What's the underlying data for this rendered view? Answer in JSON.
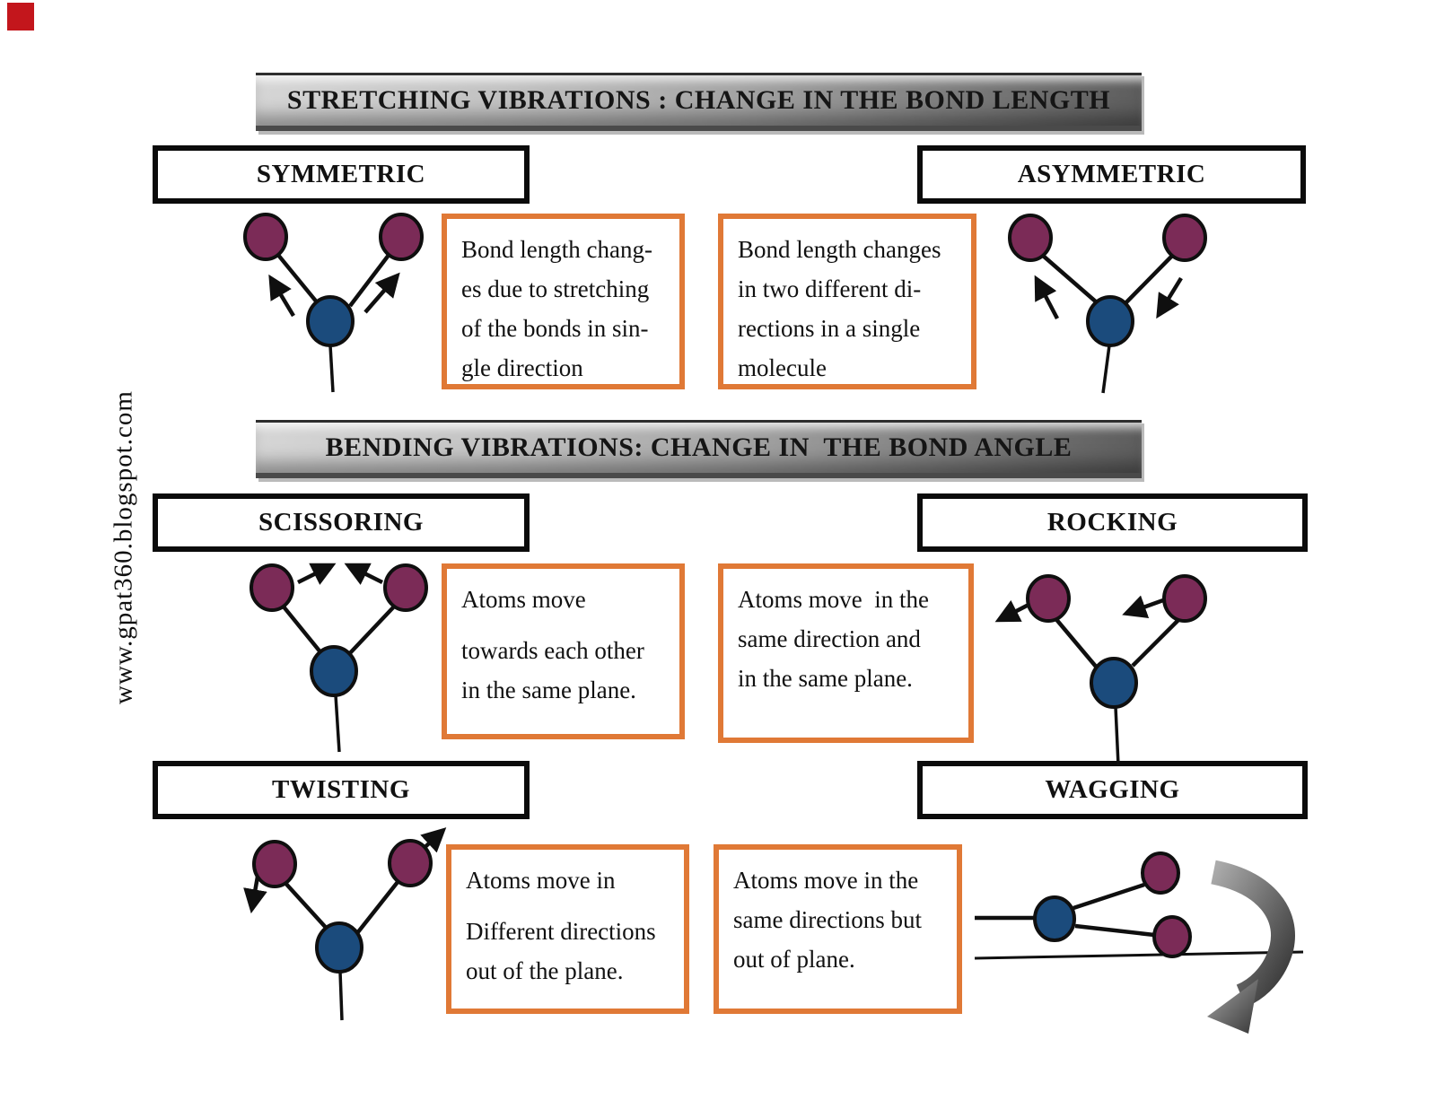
{
  "watermark": "www.gpat360.blogspot.com",
  "colors": {
    "atom_outer": "#7b2b57",
    "atom_center": "#1b4b7c",
    "accent_border": "#e07936",
    "corner_marker": "#c3161c"
  },
  "stretching": {
    "title": "STRETCHING VIBRATIONS : CHANGE IN THE BOND LENGTH",
    "symmetric": {
      "label": "SYMMETRIC",
      "desc": [
        "Bond length chang-",
        "es due to stretching",
        "of the bonds in sin-",
        "gle direction"
      ]
    },
    "asymmetric": {
      "label": "ASYMMETRIC",
      "desc": [
        "Bond length changes",
        "in two different di-",
        "rections in a single",
        "molecule"
      ]
    }
  },
  "bending": {
    "title": "BENDING VIBRATIONS: CHANGE IN  THE BOND ANGLE",
    "scissoring": {
      "label": "SCISSORING",
      "desc_lead": "Atoms move",
      "desc_rest": [
        "towards each other",
        "in the same plane."
      ]
    },
    "rocking": {
      "label": "ROCKING",
      "desc": [
        "Atoms move  in the",
        "same direction and",
        "in the same plane."
      ]
    },
    "twisting": {
      "label": "TWISTING",
      "desc_lead": "Atoms move in",
      "desc_rest": [
        "Different directions",
        "out of the plane."
      ]
    },
    "wagging": {
      "label": "WAGGING",
      "desc": [
        "Atoms move in the",
        "same directions but",
        "out of plane."
      ]
    }
  }
}
